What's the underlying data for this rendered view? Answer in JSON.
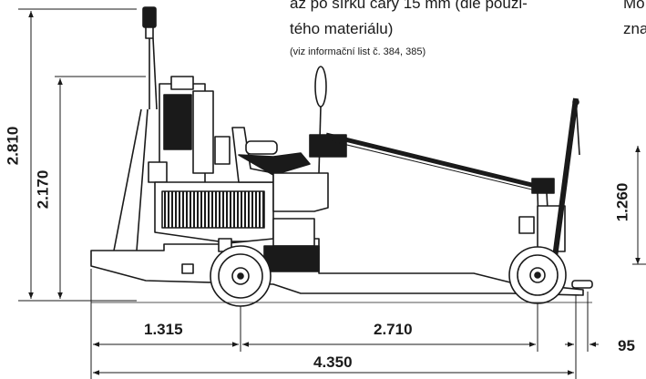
{
  "caption": {
    "line1": "až po šířku čáry 15 mm (dle použi-",
    "line2": "tého materiálu)",
    "note": "(viz informační list č. 384, 385)"
  },
  "right_caption": {
    "line1": "Mo",
    "line2": "zna"
  },
  "dimensions": {
    "total_height": "2.810",
    "body_height": "2.170",
    "handle_height": "1.260",
    "front_overhang": "1.315",
    "wheelbase": "2.710",
    "rear_offset": "95",
    "total_length": "4.350"
  },
  "colors": {
    "line": "#1a1a1a",
    "paper": "#ffffff"
  }
}
